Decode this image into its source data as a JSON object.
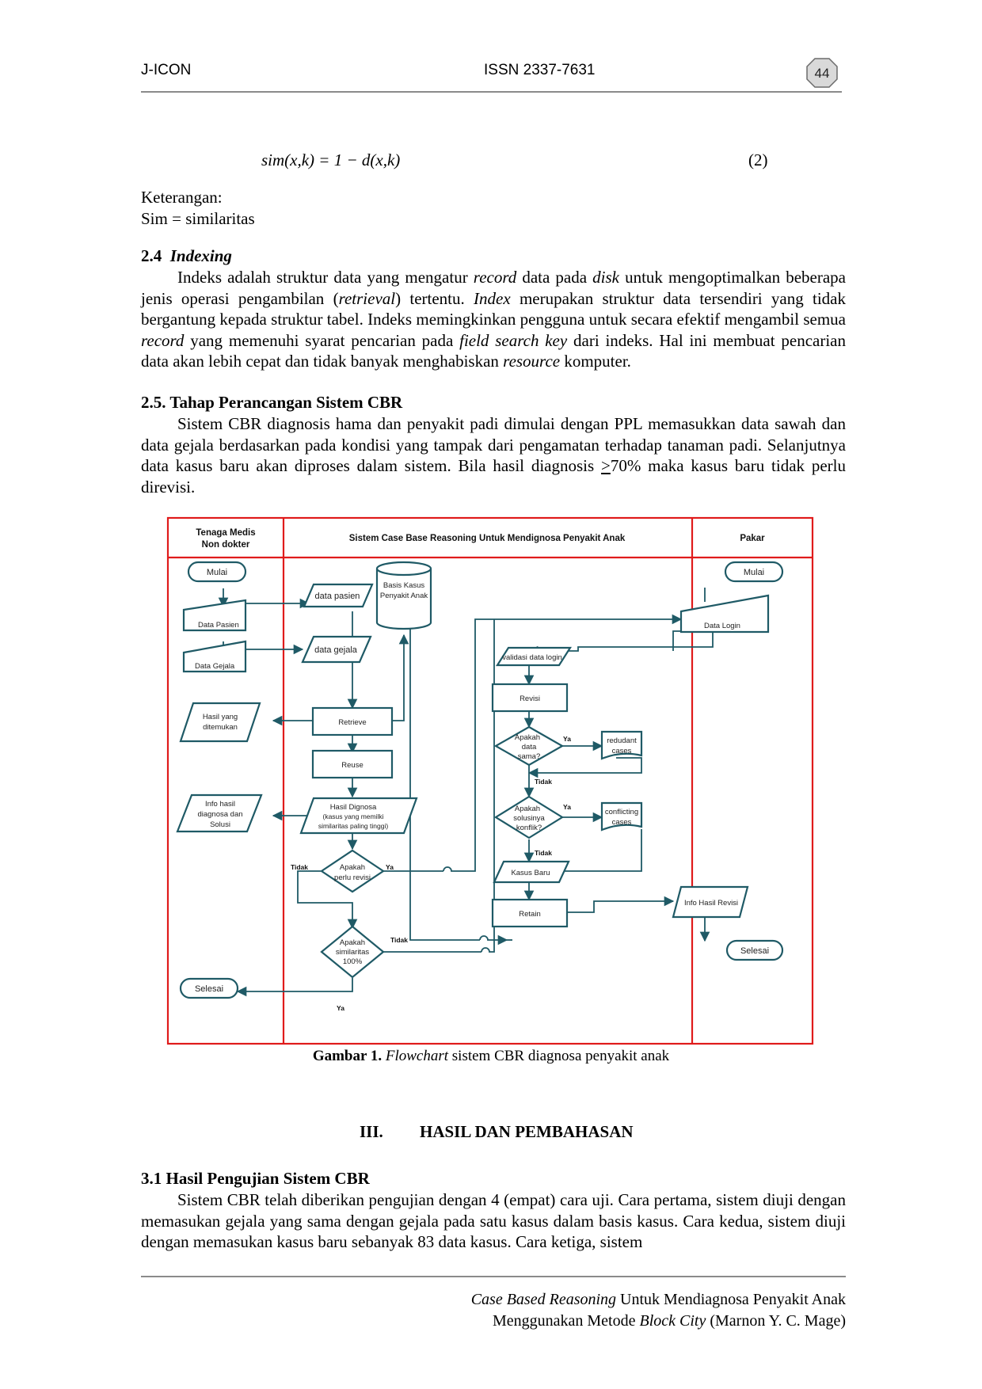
{
  "header": {
    "left": "J-ICON",
    "center": "ISSN 2337-7631",
    "page_number": "44"
  },
  "equation": {
    "formula": "sim(x,k) = 1 − d(x,k)",
    "number": "(2)"
  },
  "keterangan": {
    "label": "Keterangan:",
    "line1": "Sim = similaritas"
  },
  "section_2_4": {
    "number": "2.4",
    "title": "Indexing",
    "p": [
      "Indeks adalah struktur data yang mengatur ",
      "record",
      " data pada ",
      "disk",
      " untuk mengoptimalkan beberapa jenis operasi pengambilan (",
      "retrieval",
      ") tertentu. ",
      "Index",
      " merupakan struktur data tersendiri yang tidak bergantung kepada struktur tabel. Indeks memingkinkan pengguna untuk secara efektif mengambil semua ",
      "record",
      " yang memenuhi syarat pencarian pada ",
      "field search key",
      " dari indeks. Hal ini membuat pencarian data akan lebih cepat dan tidak banyak menghabiskan ",
      "resource",
      " komputer."
    ]
  },
  "section_2_5": {
    "title": "2.5.  Tahap Perancangan Sistem CBR",
    "p_a": "Sistem CBR diagnosis hama dan penyakit padi dimulai dengan PPL memasukkan data sawah dan data gejala berdasarkan pada kondisi yang tampak dari pengamatan terhadap tanaman padi. Selanjutnya data kasus baru akan diproses dalam sistem. Bila hasil diagnosis ",
    "p_ge": ">",
    "p_b": "70% maka kasus baru tidak perlu direvisi."
  },
  "flowchart": {
    "lanes": {
      "left_line1": "Tenaga Medis",
      "left_line2": "Non dokter",
      "center": "Sistem Case Base Reasoning Untuk Mendignosa Penyakit Anak",
      "right": "Pakar"
    },
    "nodes": {
      "mulai_left": "Mulai",
      "data_pasien_left": "Data Pasien",
      "data_gejala_left": "Data Gejala",
      "hasil_yang_1": "Hasil yang",
      "hasil_yang_2": "ditemukan",
      "info_hasil_1": "Info hasil",
      "info_hasil_2": "diagnosa dan",
      "info_hasil_3": "Solusi",
      "selesai_left": "Selesai",
      "data_pasien_io": "data pasien",
      "basis_kasus_1": "Basis Kasus",
      "basis_kasus_2": "Penyakit Anak",
      "data_gejala_io": "data gejala",
      "retrieve": "Retrieve",
      "reuse": "Reuse",
      "hasil_dignosa_1": "Hasil Dignosa",
      "hasil_dignosa_2": "(kasus yang memilki",
      "hasil_dignosa_3": "similaritas paling tinggi)",
      "perlu_revisi_1": "Apakah",
      "perlu_revisi_2": "perlu revisi",
      "similaritas_1": "Apakah",
      "similaritas_2": "similaritas",
      "similaritas_3": "100%",
      "validasi": "validasi data login",
      "revisi": "Revisi",
      "data_sama_1": "Apakah",
      "data_sama_2": "data",
      "data_sama_3": "sama?",
      "redudant_1": "redudant",
      "redudant_2": "cases",
      "konflik_1": "Apakah",
      "konflik_2": "solusinya",
      "konflik_3": "konflik?",
      "conflicting_1": "conflicting",
      "conflicting_2": "cases",
      "kasus_baru": "Kasus Baru",
      "retain": "Retain",
      "mulai_right": "Mulai",
      "data_login": "Data Login",
      "info_hasil_revisi": "Info Hasil Revisi",
      "selesai_right": "Selesai"
    },
    "labels": {
      "tidak": "Tidak",
      "ya": "Ya"
    }
  },
  "caption": {
    "bold": "Gambar 1.",
    "italic": "Flowchart",
    "rest": " sistem CBR diagnosa penyakit anak"
  },
  "chapter": {
    "number": "III.",
    "title": "HASIL DAN PEMBAHASAN"
  },
  "section_3_1": {
    "title": "3.1  Hasil Pengujian Sistem CBR",
    "p": "Sistem CBR telah diberikan pengujian dengan 4 (empat) cara uji. Cara pertama, sistem diuji dengan memasukan gejala yang sama dengan gejala pada satu kasus dalam basis kasus.  Cara kedua, sistem diuji dengan memasukan kasus baru sebanyak 83 data kasus. Cara ketiga, sistem"
  },
  "footer": {
    "line1_italic": "Case Based Reasoning",
    "line1_rest": " Untuk Mendiagnosa Penyakit Anak",
    "line2_a": "Menggunakan Metode ",
    "line2_italic": "Block City",
    "line2_b": " (Marnon Y. C. Mage)"
  }
}
